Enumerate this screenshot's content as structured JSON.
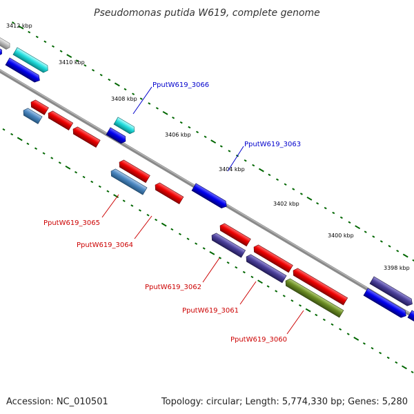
{
  "title": "Pseudomonas putida W619, complete genome",
  "footer": {
    "accession": "Accession: NC_010501",
    "topology": "Topology: circular; Length: 5,774,330 bp; Genes: 5,280"
  },
  "scale_labels": [
    "3412 kbp",
    "3410 kbp",
    "3408 kbp",
    "3406 kbp",
    "3404 kbp",
    "3402 kbp",
    "3400 kbp",
    "3398 kbp"
  ],
  "gene_labels": {
    "g3066": "PputW619_3066",
    "g3063": "PputW619_3063",
    "g3065": "PputW619_3065",
    "g3064": "PputW619_3064",
    "g3062": "PputW619_3062",
    "g3061": "PputW619_3061",
    "g3060": "PputW619_3060"
  },
  "colors": {
    "forward_label": "#0000cc",
    "reverse_label": "#cc0000",
    "backbone": "#888888",
    "tick": "#006600"
  }
}
